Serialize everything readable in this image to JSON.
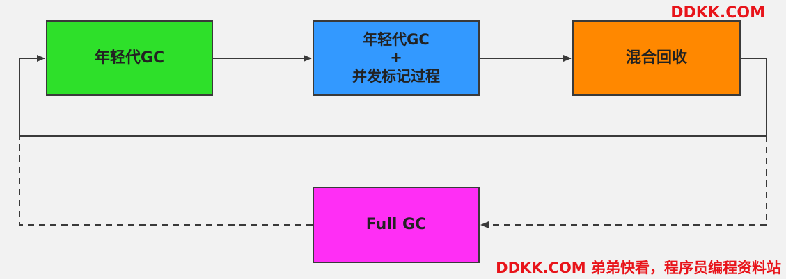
{
  "nodes": {
    "young_gc": {
      "label": "年轻代GC",
      "color": "#2ee02a"
    },
    "young_gc_concurrent": {
      "line1": "年轻代GC",
      "line2": "+",
      "line3": "并发标记过程",
      "color": "#3399ff"
    },
    "mixed_gc": {
      "label": "混合回收",
      "color": "#ff8800"
    },
    "full_gc": {
      "label": "Full GC",
      "color": "#ff2ef5"
    }
  },
  "watermarks": {
    "top": "DDKK.COM",
    "bottom": "DDKK.COM 弟弟快看，程序员编程资料站"
  },
  "colors": {
    "background": "#f2f2f2",
    "line": "#3a3a3a",
    "watermark": "#e8141a"
  }
}
